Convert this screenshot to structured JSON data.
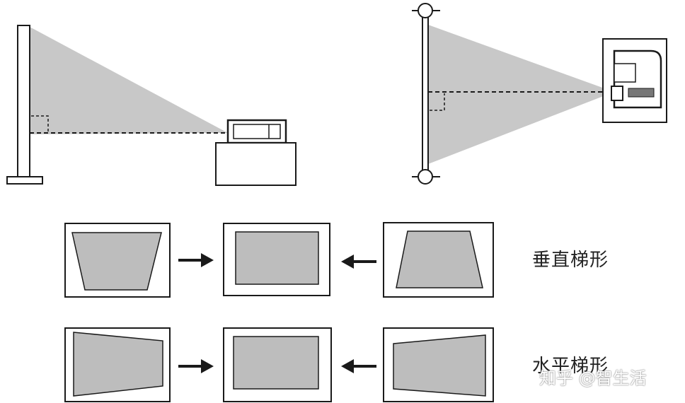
{
  "labels": {
    "vertical_keystone": "垂直梯形",
    "horizontal_keystone": "水平梯形"
  },
  "watermark": "知乎 @智生活",
  "colors": {
    "beam": "#c8c8c8",
    "shape_fill": "#bdbdbd",
    "stroke": "#1a1a1a",
    "background": "#ffffff"
  }
}
